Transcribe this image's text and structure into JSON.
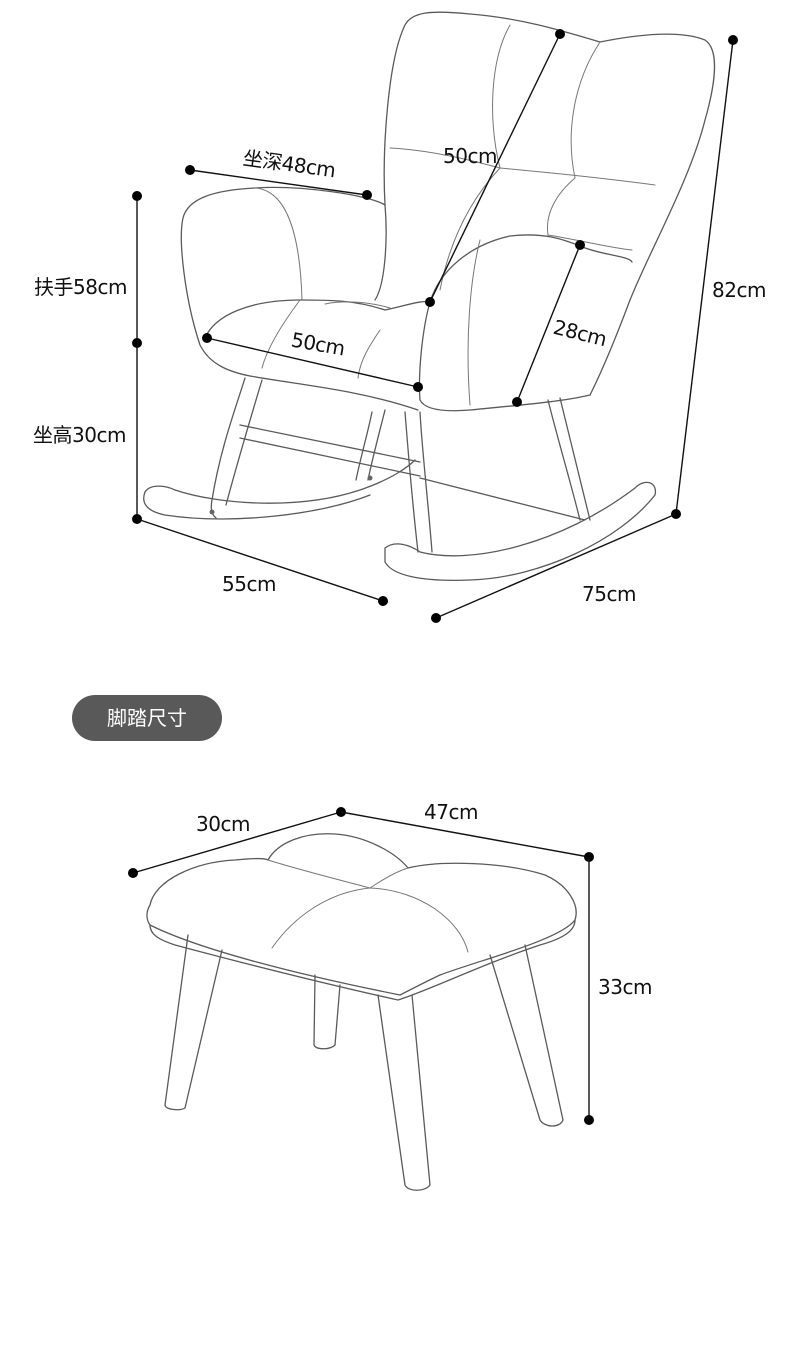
{
  "chair": {
    "seat_depth": "坐深48cm",
    "back_height": "50cm",
    "armrest_height": "扶手58cm",
    "total_height": "82cm",
    "seat_width": "50cm",
    "arm_width": "28cm",
    "seat_height": "坐高30cm",
    "depth": "55cm",
    "width": "75cm"
  },
  "ottoman": {
    "section_title": "脚踏尺寸",
    "depth": "30cm",
    "width": "47cm",
    "height": "33cm"
  }
}
